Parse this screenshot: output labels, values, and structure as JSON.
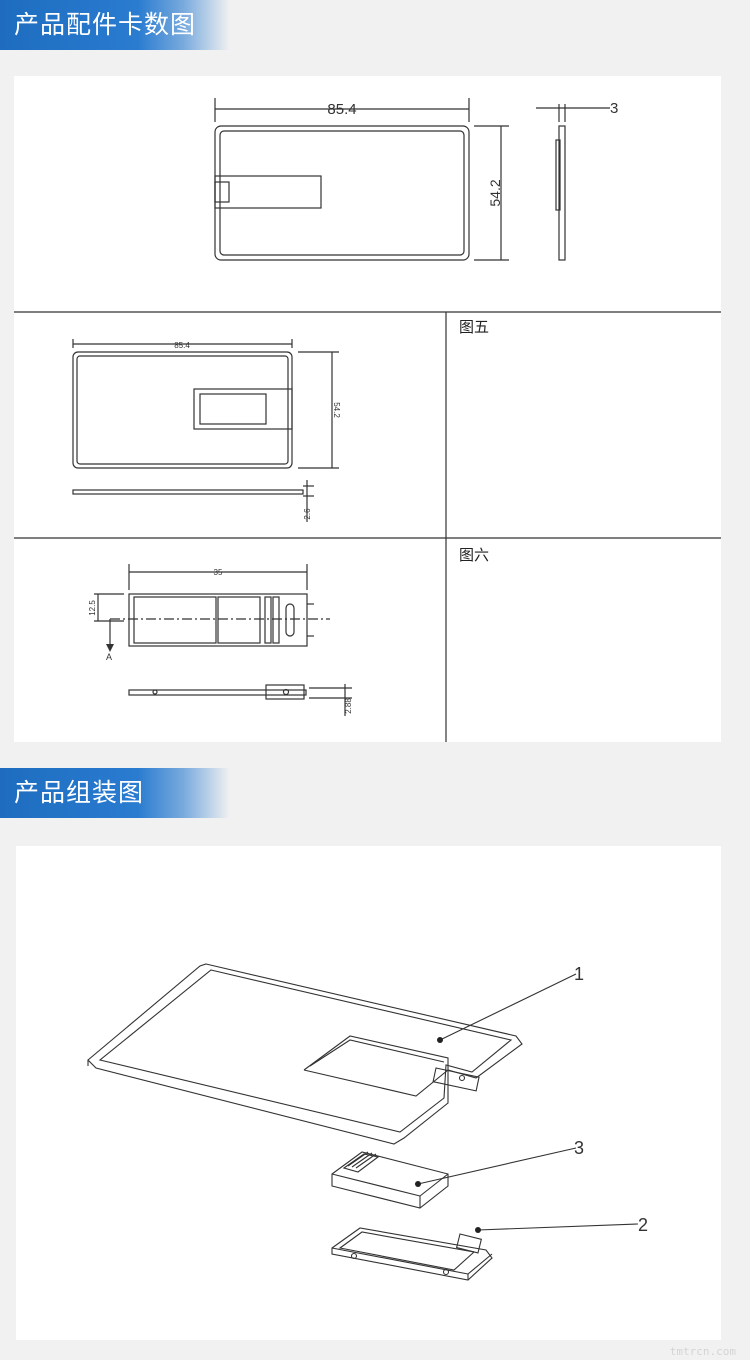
{
  "sections": {
    "parts_title": "产品配件卡数图",
    "assembly_title": "产品组装图"
  },
  "figure_top": {
    "width_dim": "85.4",
    "height_dim": "54.2",
    "thickness_dim": "3"
  },
  "figure_five": {
    "label": "图五",
    "width_dim": "85.4",
    "height_dim": "54.2",
    "thickness_dim": "2.6"
  },
  "figure_six": {
    "label": "图六",
    "width_dim": "35",
    "height_dim": "12.5",
    "section_mark": "A",
    "thickness_dim": "2.88"
  },
  "assembly": {
    "callouts": [
      "1",
      "3",
      "2"
    ]
  },
  "watermark": "tmtrcn.com"
}
